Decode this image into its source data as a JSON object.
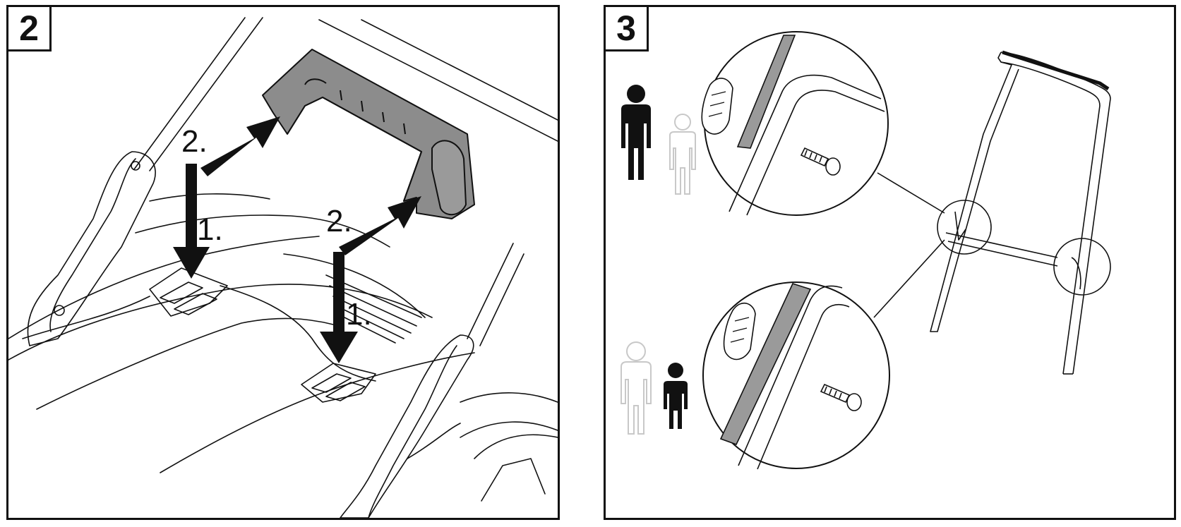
{
  "panels": [
    {
      "step": "2",
      "labels": {
        "down_left": "1.",
        "down_right": "1.",
        "insert_left": "2.",
        "insert_right": "2."
      }
    },
    {
      "step": "3",
      "icons": {
        "top_people": "two-people-icon",
        "bottom_people": "adult-and-child-icon"
      }
    }
  ],
  "colors": {
    "line": "#111111",
    "part_fill": "#8c8c8c",
    "grey_silhouette": "#d8d8d8"
  }
}
